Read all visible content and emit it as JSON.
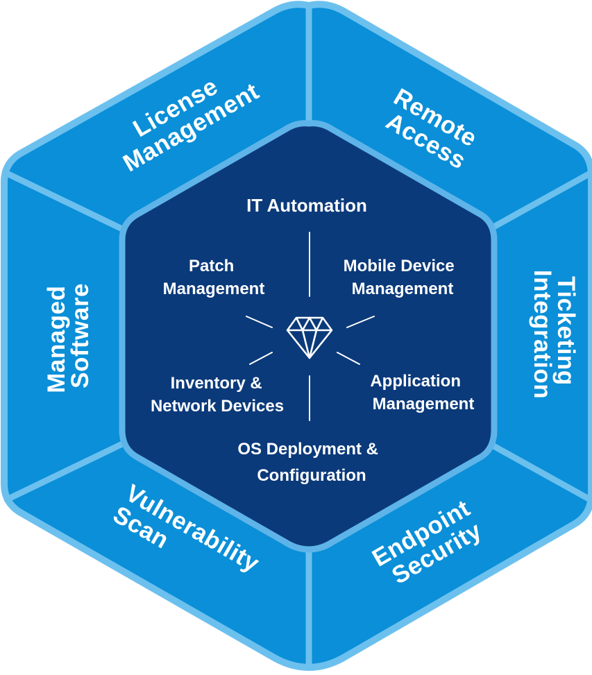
{
  "colors": {
    "outer_fill": "#0a8fd8",
    "outer_stroke": "#6cc0ee",
    "inner_fill": "#0b3a7a",
    "inner_stroke": "#5eb4e8",
    "text": "#ffffff"
  },
  "outer_segments": {
    "license_management": {
      "line1": "License",
      "line2": "Management"
    },
    "remote_access": {
      "line1": "Remote",
      "line2": "Access"
    },
    "ticketing_integration": {
      "line1": "Ticketing",
      "line2": "Integration"
    },
    "endpoint_security": {
      "line1": "Endpoint",
      "line2": "Security"
    },
    "vulnerability_scan": {
      "line1": "Vulnerability",
      "line2": "Scan"
    },
    "managed_software": {
      "line1": "Managed",
      "line2": "Software"
    }
  },
  "inner": {
    "it_automation": "IT Automation",
    "patch_management": {
      "line1": "Patch",
      "line2": "Management"
    },
    "mobile_device_management": {
      "line1": "Mobile Device",
      "line2": "Management"
    },
    "inventory_network_devices": {
      "line1": "Inventory &",
      "line2": "Network Devices"
    },
    "application_management": {
      "line1": "Application",
      "line2": "Management"
    },
    "os_deployment": {
      "line1": "OS Deployment &",
      "line2": "Configuration"
    },
    "center_icon": "diamond-icon"
  }
}
